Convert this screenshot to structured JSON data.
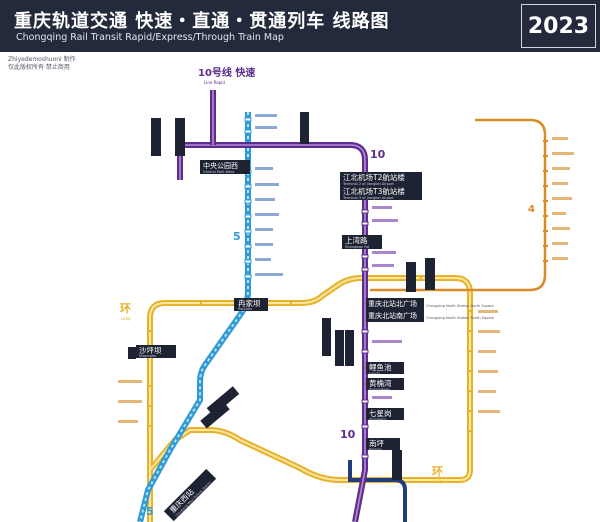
{
  "header": {
    "title_cn": "重庆轨道交通 快速・直通・贯通列车 线路图",
    "title_en": "Chongqing Rail Transit Rapid/Express/Through Train Map",
    "year": "2023",
    "credit_line1": "Zhiyedemoshuoni 制作",
    "credit_line2": "仅此版权所有·禁止商用"
  },
  "colors": {
    "banner": "#232a3b",
    "line10": "#5b2d8e",
    "line10_inner": "#b98ad6",
    "line5": "#2f9ad4",
    "line5_inner": "#b6e0f5",
    "line4": "#d98b26",
    "loop": "#e7b229",
    "loop_inner": "#fbe6a2",
    "line3": "#1f3d7a",
    "station_box": "#1e2333"
  },
  "lines": {
    "line10_label": "10号线 快速",
    "line10_label_en": "Line Rapid",
    "line10_badge": "10",
    "line10_badge_bottom": "10",
    "line5_badge": "5",
    "line5_badge_bottom": "5",
    "line4_badge": "4",
    "loop_label_left": "环",
    "loop_label_left_en": "Loop",
    "loop_label_right": "环",
    "loop_label_right_en": "Loop"
  },
  "stations": {
    "zhongyang": "中央公园西",
    "zhongyang_en": "Central Park West",
    "t2": "江北机场T2航站楼",
    "t2_en": "Terminal 2 of Jiangbei Airport",
    "t3": "江北机场T3航站楼",
    "t3_en": "Terminal 3 of Jiangbei Airport",
    "shangwan": "上湾路",
    "shangwan_en": "Shangwan Rd",
    "chongbei_n": "重庆北站北广场",
    "chongbei_n_en": "Chongqing North Station North Square",
    "chongbei_s": "重庆北站南广场",
    "chongbei_s_en": "Chongqing North Station South Square",
    "ranjiaba": "冉家坝",
    "ranjiaba_en": "Ranjiaba",
    "shapingba": "沙坪坝",
    "shapingba_en": "Shapingba",
    "liyuchi": "鲤鱼池",
    "liyuchi_en": "Liyuchi",
    "huangjiawan": "黄桷湾",
    "huangjiawan_en": "Huangjuewan",
    "qixingang": "七星岗",
    "qixingang_en": "Qixinggang",
    "nanping": "南坪",
    "nanping_en": "Nanping",
    "chongqingxi": "重庆西站",
    "chongqingxi_en": "Chongqing West Railway Station"
  }
}
